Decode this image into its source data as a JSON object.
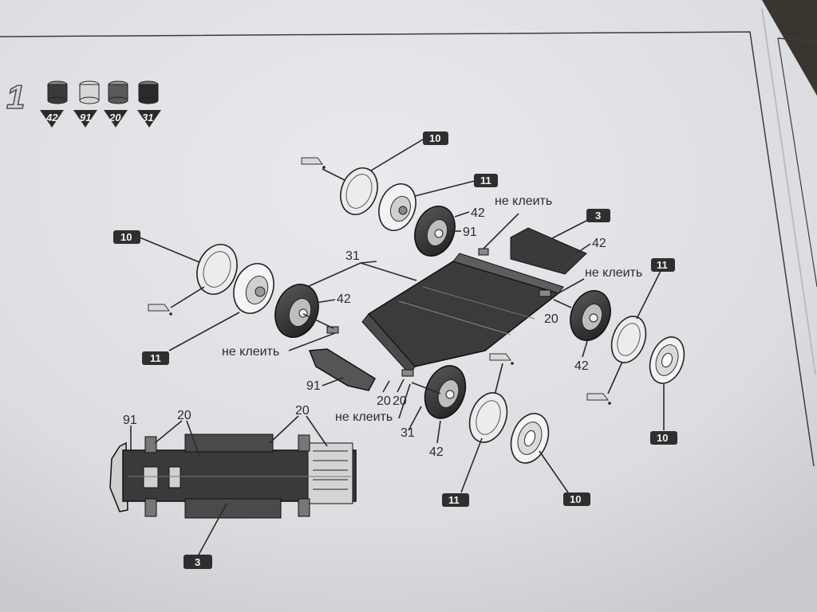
{
  "step": {
    "number": "1"
  },
  "paints": [
    {
      "code": "42",
      "color": "#3a3a3a"
    },
    {
      "code": "91",
      "color": "#d6d6d6"
    },
    {
      "code": "20",
      "color": "#5a5a5a"
    },
    {
      "code": "31",
      "color": "#2a2a2a"
    }
  ],
  "part_tags": {
    "wheel_back_top": "10",
    "wheel_front_top": "11",
    "chassis_plate": "3",
    "left_back": "10",
    "left_front": "11",
    "right_front": "11",
    "right_back": "10",
    "bottom_front": "11",
    "bottom_back": "10",
    "plan_plate": "3"
  },
  "callouts": {
    "no_glue_top": "не клеить",
    "no_glue_right": "не клеить",
    "no_glue_left": "не клеить",
    "no_glue_bottom": "не клеить",
    "c42_top": "42",
    "c91_top": "91",
    "c42_plate": "42",
    "c31_top": "31",
    "c42_left": "42",
    "c20_right": "20",
    "c42_right": "42",
    "c91_left": "91",
    "c20_mid_a": "20",
    "c20_mid_b": "20",
    "c31_bottom": "31",
    "c42_bottom": "42",
    "plan_91": "91",
    "plan_20_a": "20",
    "plan_20_b": "20"
  },
  "colors": {
    "paper": "#e4e5e9",
    "ink": "#2a2a2a",
    "tag_bg": "#2f2f2f"
  }
}
